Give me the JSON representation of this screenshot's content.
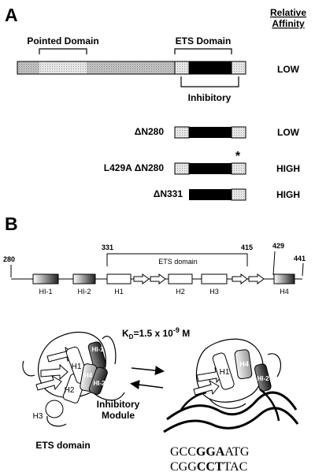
{
  "panel_a": {
    "label": "A",
    "header": {
      "line1": "Relative",
      "line2": "Affinity"
    },
    "pointed_domain": "Pointed Domain",
    "ets_domain": "ETS Domain",
    "inhibitory": "Inhibitory",
    "rows": [
      {
        "name": "",
        "affinity": "LOW"
      },
      {
        "name": "ΔN280",
        "affinity": "LOW"
      },
      {
        "name": "L429A ΔN280",
        "affinity": "HIGH",
        "mark": "*"
      },
      {
        "name": "ΔN331",
        "affinity": "HIGH"
      }
    ]
  },
  "panel_b": {
    "label": "B",
    "positions": {
      "p280": "280",
      "p331": "331",
      "p415": "415",
      "p429": "429",
      "p441": "441"
    },
    "ets_domain_bracket": "ETS domain",
    "elements": {
      "hi1": "HI-1",
      "hi2": "HI-2",
      "h1": "H1",
      "h2": "H2",
      "h3": "H3",
      "h4": "H4"
    },
    "kd": {
      "prefix": "K",
      "sub": "D",
      "value": "=1.5 x 10",
      "exp": "-9",
      "unit": " M"
    },
    "structure_labels": {
      "hi1": "HI-1",
      "h4": "H4",
      "hi2": "HI-2",
      "h1": "H1",
      "h2": "H2",
      "h3": "H3",
      "inhibitory_line1": "Inhibitory",
      "inhibitory_line2": "Module",
      "ets_domain": "ETS domain"
    },
    "dna": {
      "top": {
        "a": "GCC",
        "b": "GGA",
        "c": "ATG"
      },
      "bottom": {
        "a": "CGG",
        "b": "CCT",
        "c": "TAC"
      }
    }
  }
}
